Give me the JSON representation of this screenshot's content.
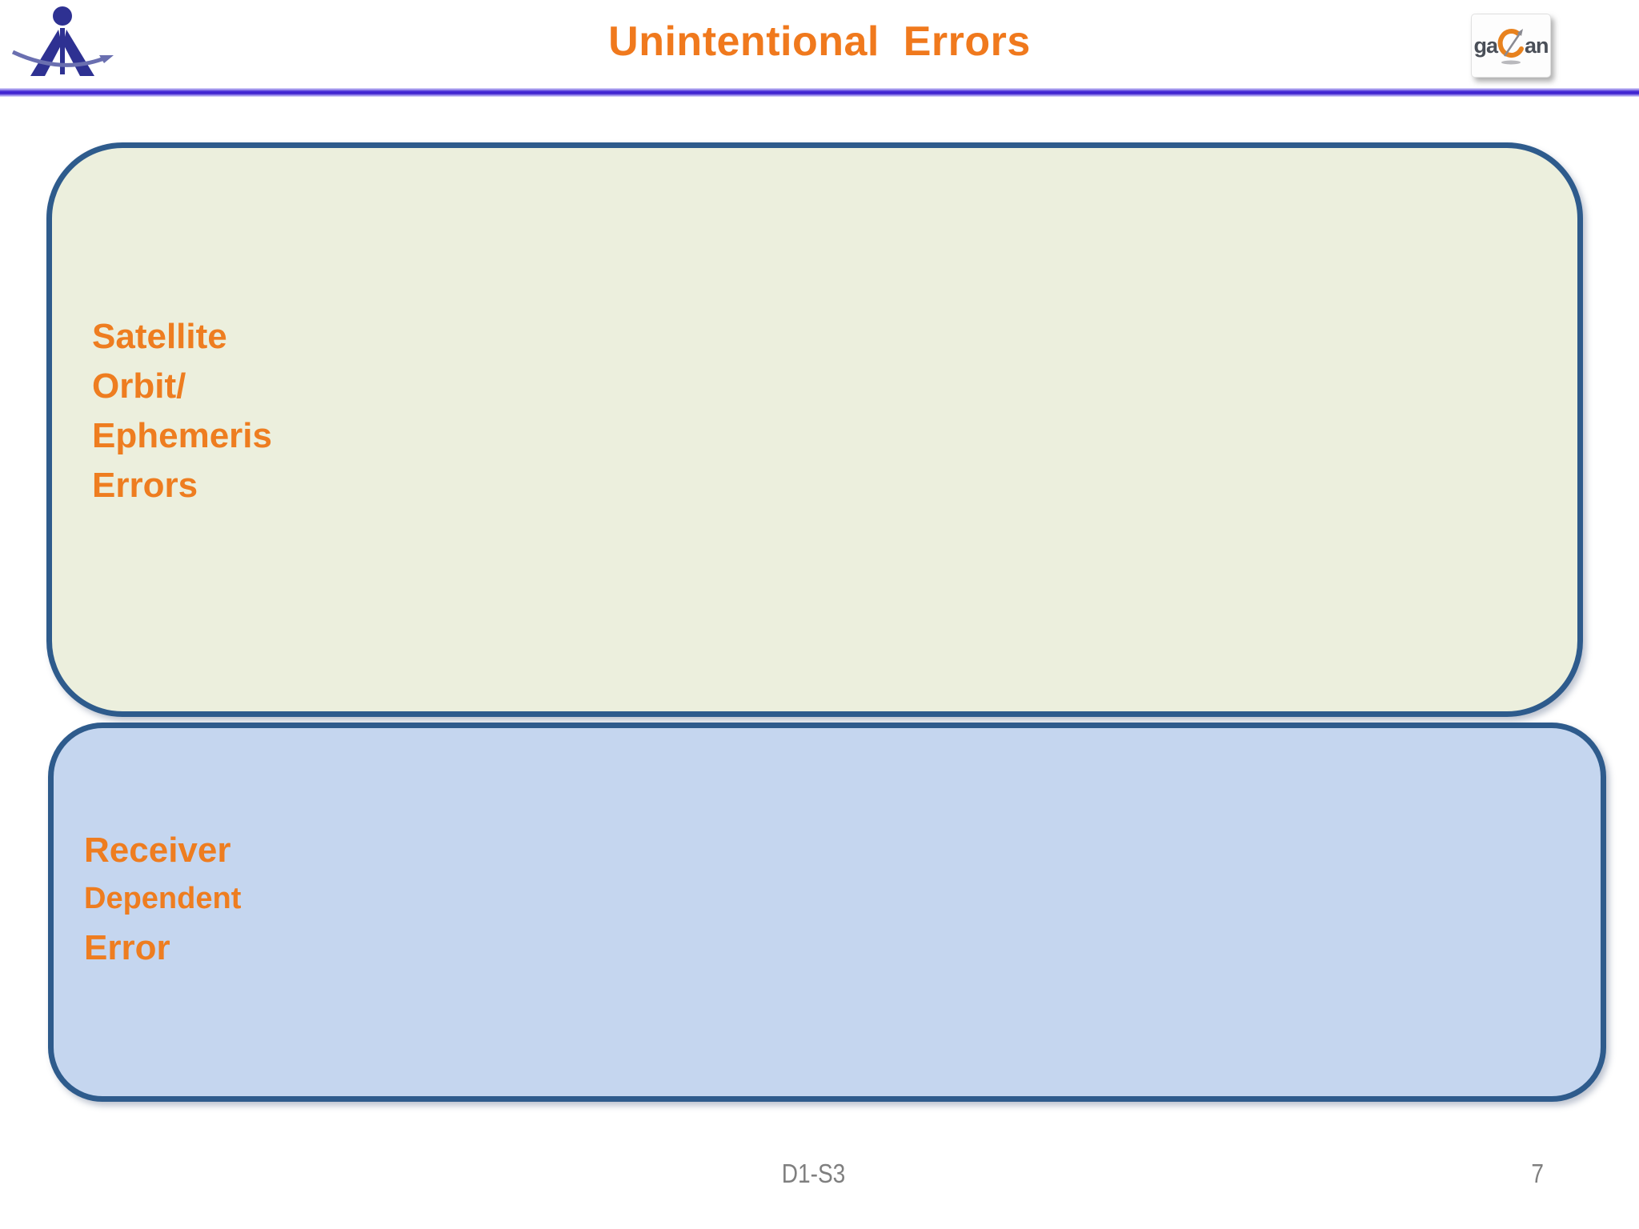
{
  "header": {
    "title": "Unintentional  Errors",
    "gagan_logo": {
      "left_text": "ga",
      "right_text": "an"
    }
  },
  "boxes": {
    "satellite": {
      "lines": [
        "Satellite",
        "Orbit/",
        "Ephemeris",
        "Errors"
      ]
    },
    "receiver": {
      "lines": [
        "Receiver",
        "Dependent",
        "Error"
      ]
    }
  },
  "footer": {
    "session": "D1-S3",
    "page_number": "7"
  },
  "colors": {
    "title_orange": "#F0791D",
    "label_orange": "#EE7D20",
    "box_border_blue": "#2E5B8C",
    "satellite_box_fill": "#ECEFDD",
    "receiver_box_fill": "#C5D6EF",
    "divider_blue": "#3C21CD",
    "footer_gray": "#7F7F7F"
  }
}
